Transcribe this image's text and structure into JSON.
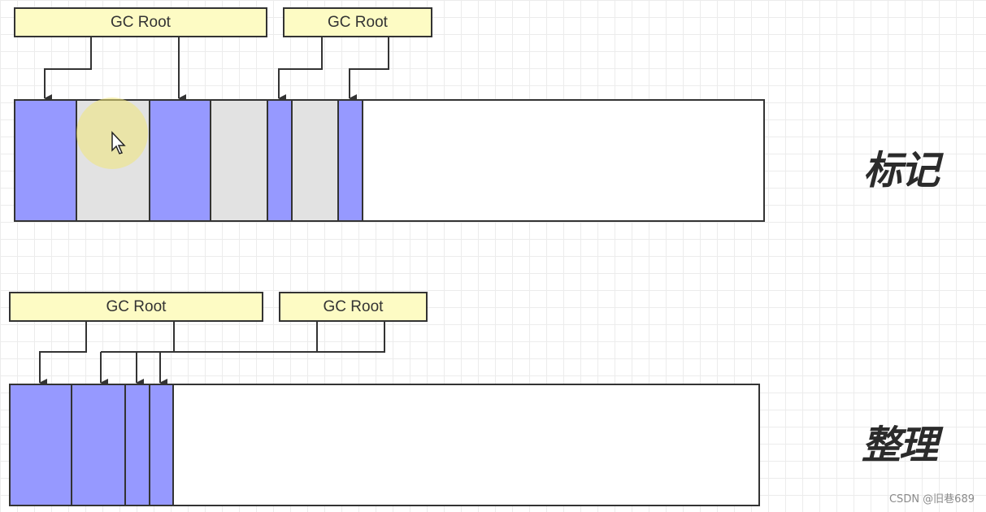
{
  "colors": {
    "live": "#9699ff",
    "garbage": "#e2e2e2",
    "free": "#ffffff",
    "root_fill": "#fdfbc4",
    "stroke": "#333333"
  },
  "mark": {
    "label": "标记",
    "roots": [
      "GC Root",
      "GC Root"
    ],
    "blocks": [
      {
        "state": "live"
      },
      {
        "state": "garbage"
      },
      {
        "state": "live"
      },
      {
        "state": "garbage"
      },
      {
        "state": "live"
      },
      {
        "state": "garbage"
      },
      {
        "state": "live"
      },
      {
        "state": "free"
      }
    ]
  },
  "compact": {
    "label": "整理",
    "roots": [
      "GC Root",
      "GC Root"
    ],
    "blocks": [
      {
        "state": "live"
      },
      {
        "state": "live"
      },
      {
        "state": "live"
      },
      {
        "state": "live"
      },
      {
        "state": "free"
      }
    ]
  },
  "watermark": "CSDN @旧巷689",
  "cursor": {
    "icon": "pointer-cursor-icon"
  }
}
